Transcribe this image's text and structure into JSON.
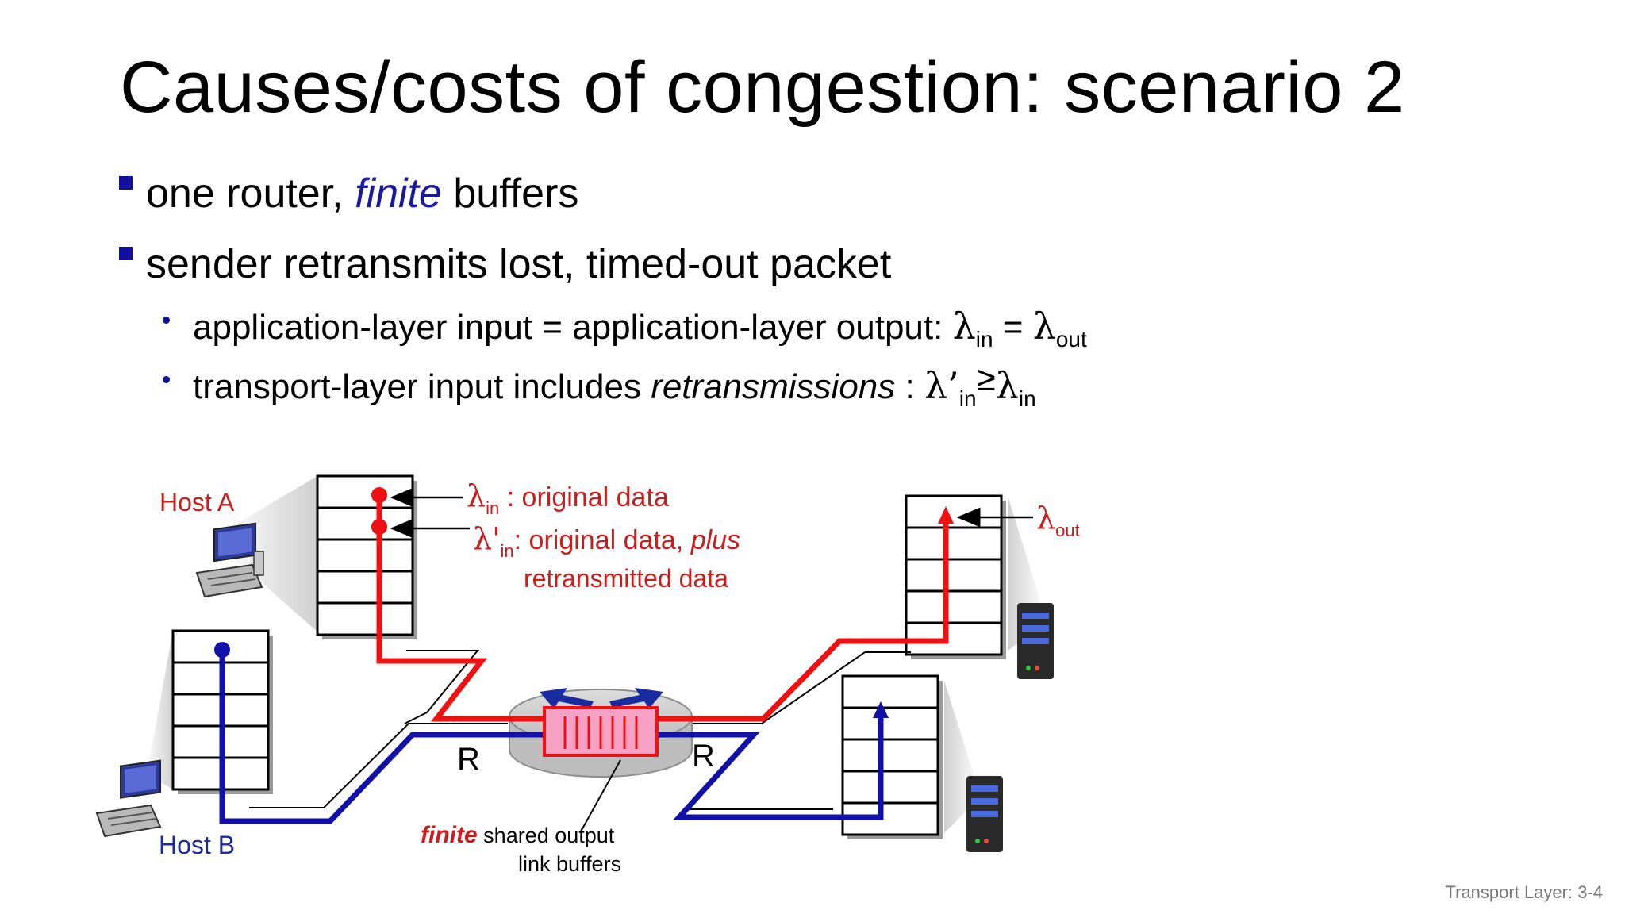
{
  "slide": {
    "title": "Causes/costs of congestion: scenario 2",
    "footer": "Transport Layer: 3-4"
  },
  "bullets": {
    "b1": {
      "pre": "one router, ",
      "em": "finite",
      "post": " buffers"
    },
    "b2": {
      "text": "sender retransmits lost, timed-out packet"
    },
    "s1": {
      "text": "application-layer input = application-layer output: ",
      "lam1": "λ",
      "sub1": "in",
      "eq": " = ",
      "lam2": "λ",
      "sub2": "out"
    },
    "s2": {
      "pre": "transport-layer input includes ",
      "em": "retransmissions",
      "post": " : ",
      "lam1": "λ’",
      "sub1": "in",
      "geq": "≥",
      "lam2": "λ",
      "sub2": "in"
    }
  },
  "diagram": {
    "host_a": "Host A",
    "host_b": "Host B",
    "lambda_in": {
      "sym": "λ",
      "sub": "in",
      "text": " : original data"
    },
    "lambda_in_prime": {
      "sym": "λ'",
      "sub": "in",
      "text": ": original data, ",
      "em": "plus",
      "line2": "retransmitted data"
    },
    "lambda_out": {
      "sym": "λ",
      "sub": "out"
    },
    "router_label_left": "R",
    "router_label_right": "R",
    "buffer_caption": {
      "em": "finite",
      "text": " shared output",
      "line2": "link buffers"
    },
    "colors": {
      "red": "#ee1111",
      "blue": "#1111aa",
      "label_red": "#c81e1e",
      "label_blue": "#1a2aa0",
      "buffer_fill": "#f7a1c4"
    }
  }
}
